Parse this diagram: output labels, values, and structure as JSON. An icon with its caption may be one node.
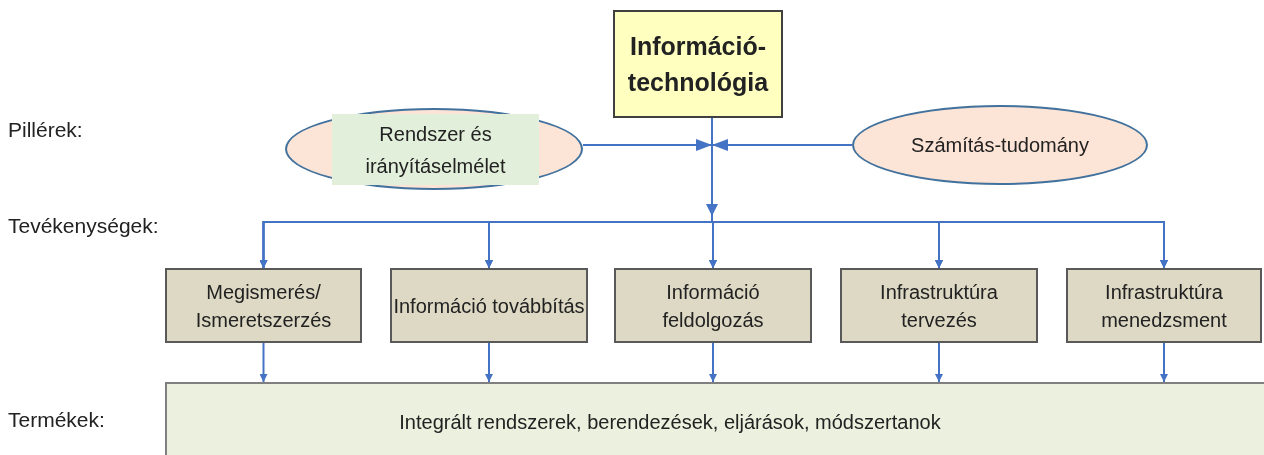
{
  "diagram": {
    "nodes": [
      {
        "text": [
          "Információ-technológia"
        ]
      },
      {
        "text": [],
        "shape": "ellipse"
      },
      {
        "text": [
          "Rendszer és irányításelmélet"
        ],
        "in": 1
      },
      {
        "text": [
          "Számítás-tudomány"
        ]
      },
      {
        "text": [
          "Megismerés/ Ismeretszerzés"
        ]
      },
      {
        "text": [
          "Információ továbbítás"
        ]
      },
      {
        "text": [
          "Információ feldolgozás"
        ]
      },
      {
        "text": [
          "Infrastruktúra tervezés"
        ]
      },
      {
        "text": [
          "Infrastruktúra menedzsment"
        ]
      },
      {
        "text": [
          "Integrált rendszerek, berendezések, eljárások, módszertanok"
        ]
      }
    ],
    "edges": [
      {
        "from": 0,
        "to": 4,
        "arrow": "to"
      },
      {
        "from": 0,
        "to": 5,
        "arrow": "to"
      },
      {
        "from": 0,
        "to": 6,
        "arrow": "to"
      },
      {
        "from": 0,
        "to": 7,
        "arrow": "to"
      },
      {
        "from": 0,
        "to": 8,
        "arrow": "to"
      },
      {
        "from": 1,
        "to": 4,
        "arrow": "to"
      },
      {
        "from": 1,
        "to": 5,
        "arrow": "to"
      },
      {
        "from": 1,
        "to": 6,
        "arrow": "to"
      },
      {
        "from": 1,
        "to": 7,
        "arrow": "to"
      },
      {
        "from": 1,
        "to": 8,
        "arrow": "to"
      },
      {
        "from": 3,
        "to": 4,
        "arrow": "to"
      },
      {
        "from": 3,
        "to": 5,
        "arrow": "to"
      },
      {
        "from": 3,
        "to": 6,
        "arrow": "to"
      },
      {
        "from": 3,
        "to": 7,
        "arrow": "to"
      },
      {
        "from": 3,
        "to": 8,
        "arrow": "to"
      },
      {
        "from": 4,
        "to": 9,
        "arrow": "to"
      },
      {
        "from": 5,
        "to": 9,
        "arrow": "to"
      },
      {
        "from": 6,
        "to": 9,
        "arrow": "to"
      },
      {
        "from": 7,
        "to": 9,
        "arrow": "to"
      },
      {
        "from": 8,
        "to": 9,
        "arrow": "to"
      }
    ],
    "labels": [
      "Pillérek:",
      "Tevékenységek:",
      "Termékek:"
    ]
  }
}
